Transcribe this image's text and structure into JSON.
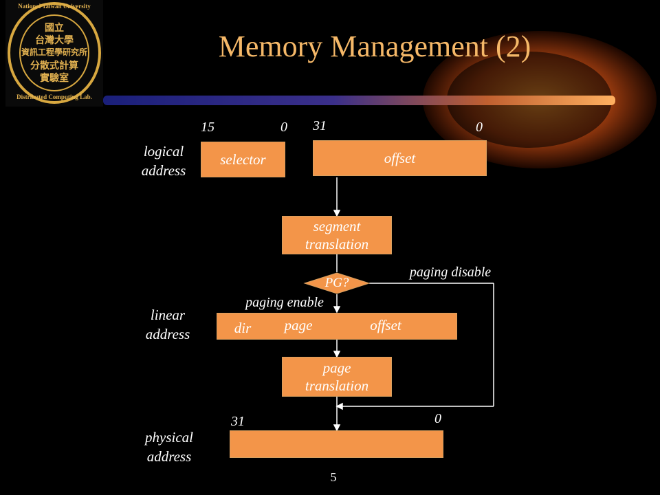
{
  "title": "Memory Management (2)",
  "logo": {
    "text_lines": [
      "國立",
      "台灣大學",
      "資訊工程學研究所",
      "分散式計算",
      "實驗室"
    ],
    "ring_text_top": "National Taiwan University",
    "ring_text_bottom": "Distributed Computing Lab."
  },
  "logical": {
    "label": "logical\naddress",
    "selector": "selector",
    "offset": "offset",
    "sel_hi": "15",
    "sel_lo": "0",
    "off_hi": "31",
    "off_lo": "0"
  },
  "segment": {
    "label": "segment\ntranslation"
  },
  "pg": {
    "label": "PG?",
    "disable": "paging disable",
    "enable": "paging enable"
  },
  "linear": {
    "label": "linear\naddress",
    "dir": "dir",
    "page": "page",
    "offset": "offset"
  },
  "page_trans": {
    "label": "page\ntranslation"
  },
  "physical": {
    "label": "physical\naddress",
    "hi": "31",
    "lo": "0"
  },
  "footer": {
    "page_number": "5"
  },
  "colors": {
    "box": "#f39549",
    "title": "#f5b868",
    "line": "#ffffff"
  }
}
